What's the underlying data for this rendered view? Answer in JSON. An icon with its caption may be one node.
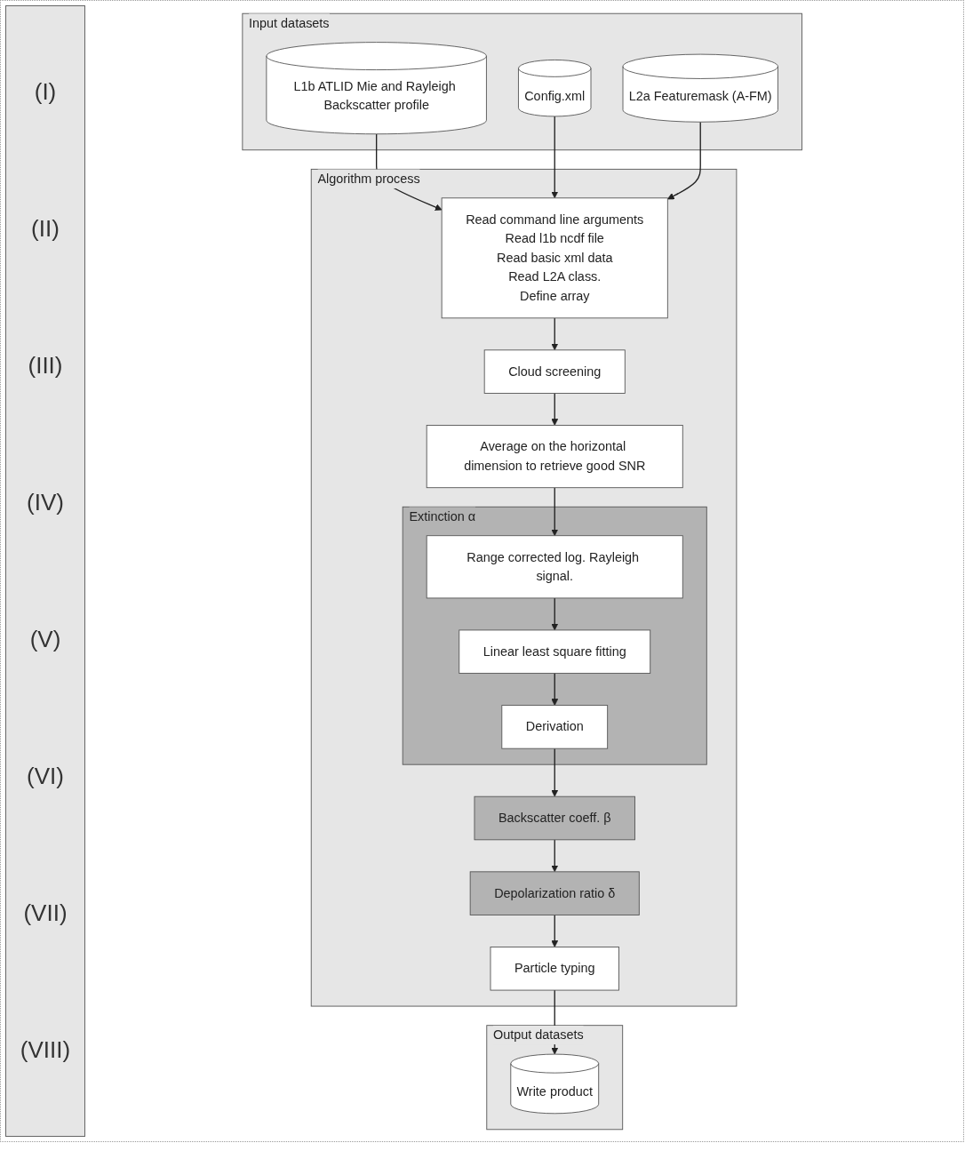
{
  "diagram": {
    "nodes": [
      {
        "text": [
          "Algorithm process"
        ]
      },
      {
        "text": [
          "Read command line arguments",
          "Read l1b ncdf file",
          "Read basic xml data",
          "Read L2A class.",
          "Define array"
        ],
        "in": 0
      },
      {
        "text": [
          "Cloud screening"
        ],
        "in": 0
      },
      {
        "text": [
          "Average on the horizontal dimension to retrieve good SNR"
        ],
        "in": 0
      },
      {
        "text": [
          "Extinction α"
        ],
        "in": 0
      },
      {
        "text": [
          "Range corrected log. Rayleigh signal."
        ],
        "in": 4
      },
      {
        "text": [
          "Linear least square fitting"
        ],
        "in": 4
      },
      {
        "text": [
          "Derivation"
        ],
        "in": 4
      },
      {
        "text": [
          "Backscatter coeff. β"
        ],
        "in": 0
      },
      {
        "text": [
          "Depolarization ratio δ"
        ],
        "in": 0
      },
      {
        "text": [
          "Particle typing"
        ],
        "in": 0
      },
      {
        "text": [
          "Input datasets"
        ]
      },
      {
        "text": [
          "L1b ATLID Mie and Rayleigh Backscatter profile"
        ],
        "in": 11
      },
      {
        "text": [
          "Config.xml"
        ],
        "in": 11
      },
      {
        "text": [
          "L2a Featuremask (A-FM)"
        ],
        "in": 11
      },
      {
        "text": [
          "Output datasets"
        ]
      },
      {
        "text": [
          "Write product"
        ],
        "in": 15
      }
    ],
    "edges": [
      {
        "from": 1,
        "to": 2,
        "arrow": "to"
      },
      {
        "from": 2,
        "to": 3,
        "arrow": "to"
      },
      {
        "from": 3,
        "to": 5,
        "arrow": "to"
      },
      {
        "from": 5,
        "to": 6,
        "arrow": "to"
      },
      {
        "from": 6,
        "to": 7,
        "arrow": "to"
      },
      {
        "from": 7,
        "to": 8,
        "arrow": "to"
      },
      {
        "from": 8,
        "to": 9,
        "arrow": "to"
      },
      {
        "from": 9,
        "to": 10,
        "arrow": "to"
      },
      {
        "from": 12,
        "to": 1,
        "arrow": "to"
      },
      {
        "from": 13,
        "to": 1,
        "arrow": "to"
      },
      {
        "from": 14,
        "to": 1,
        "arrow": "to"
      },
      {
        "from": 10,
        "to": 16,
        "arrow": "to"
      }
    ],
    "labels": [
      "(I)",
      "(II)",
      "(III)",
      "(IV)",
      "(V)",
      "(VI)",
      "(VII)",
      "(VIII)"
    ]
  }
}
